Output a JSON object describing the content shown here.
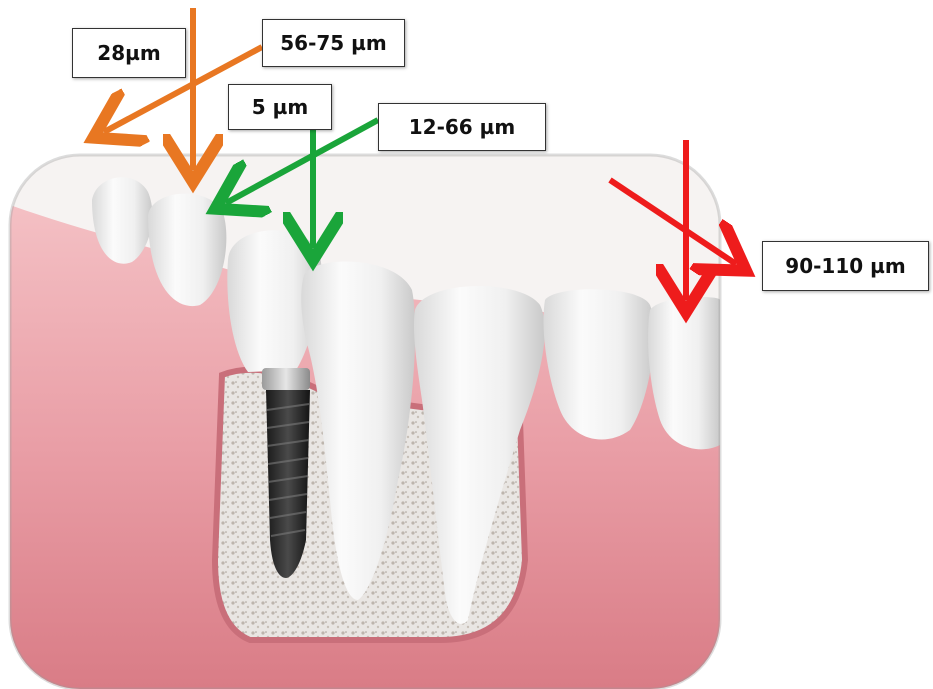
{
  "figure": {
    "subject": "dental implant cross-section with natural teeth",
    "labels": {
      "implant_left_outer": "28µm",
      "implant_left_inner": "56-75 µm",
      "implant_gap_small": "5 µm",
      "implant_gap_mid": "12-66 µm",
      "natural_tooth_gap": "90-110 µm"
    },
    "arrow_colors": {
      "orange": "#e87722",
      "green": "#1aa53a",
      "red": "#ee1c1c"
    }
  }
}
